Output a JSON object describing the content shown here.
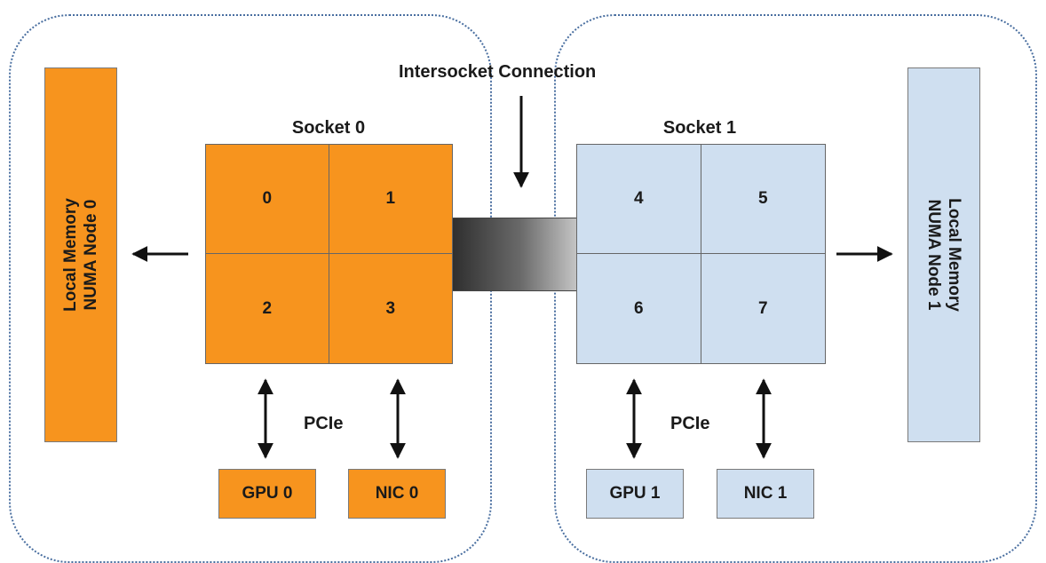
{
  "intersocket_label": "Intersocket Connection",
  "numa_nodes": [
    {
      "memory_label_line1": "Local Memory",
      "memory_label_line2": "NUMA Node 0",
      "socket_label": "Socket 0",
      "cores": [
        "0",
        "1",
        "2",
        "3"
      ],
      "bus_label": "PCIe",
      "gpu_label": "GPU 0",
      "nic_label": "NIC 0",
      "color": "#f7941e"
    },
    {
      "memory_label_line1": "Local Memory",
      "memory_label_line2": "NUMA Node 1",
      "socket_label": "Socket 1",
      "cores": [
        "4",
        "5",
        "6",
        "7"
      ],
      "bus_label": "PCIe",
      "gpu_label": "GPU 1",
      "nic_label": "NIC 1",
      "color": "#cfdff0"
    }
  ]
}
